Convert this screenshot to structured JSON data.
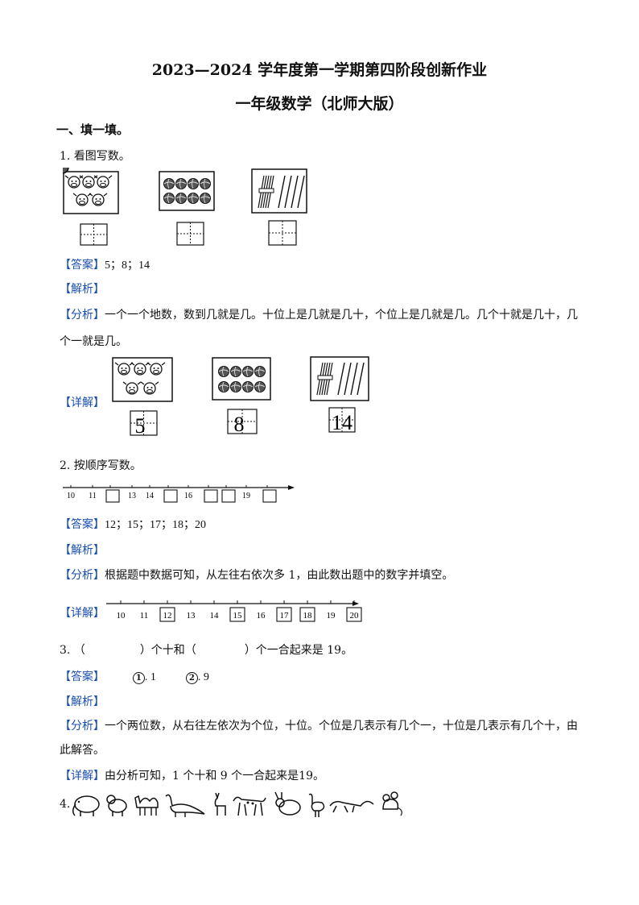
{
  "header": {
    "title": "2023—2024 学年度第一学期第四阶段创新作业",
    "subtitle": "一年级数学（北师大版）"
  },
  "section1": {
    "heading": "一、填一填。"
  },
  "q1": {
    "stem": "1. 看图写数。",
    "answer_tag": "【答案】",
    "answer_text": "5；8；14",
    "analysis_tag": "【解析】",
    "fenxi_tag": "【分析】",
    "fenxi_line1": "一个一个地数，数到几就是几。十位上是几就是几十，个位上是几就是几。几个十就是几十，几",
    "fenxi_line2": "个一就是几。",
    "detail_tag": "【详解】",
    "filled_values": [
      "5",
      "8",
      "14"
    ],
    "counts": {
      "cows": 5,
      "balls": 8,
      "bundles": 1,
      "sticks": 4
    }
  },
  "q2": {
    "stem": "2. 按顺序写数。",
    "numberline_labels": [
      "10",
      "11",
      "",
      "13",
      "14",
      "",
      "16",
      "",
      "",
      "19",
      ""
    ],
    "answer_tag": "【答案】",
    "answer_text": "12；15；17；18；20",
    "analysis_tag": "【解析】",
    "fenxi_tag": "【分析】",
    "fenxi_text": "根据题中数据可知，从左往右依次多 1，由此数出题中的数字并填空。",
    "detail_tag": "【详解】",
    "detail_labels": [
      "10",
      "11",
      "12",
      "13",
      "14",
      "15",
      "16",
      "17",
      "18",
      "19",
      "20"
    ],
    "detail_boxed": [
      false,
      false,
      true,
      false,
      false,
      true,
      false,
      true,
      true,
      false,
      true
    ]
  },
  "q3": {
    "stem_a": "3. （",
    "stem_b": "）个十和（",
    "stem_c": "）个一合起来是 19。",
    "answer_tag": "【答案】",
    "ans1_mark": "1",
    "ans1_value": ". 1",
    "ans2_mark": "2",
    "ans2_value": ". 9",
    "analysis_tag": "【解析】",
    "fenxi_tag": "【分析】",
    "fenxi_line1": "一个两位数，从右往左依次为个位，十位。个位是几表示有几个一，十位是几表示有几个十，由",
    "fenxi_line2": "此解答。",
    "detail_tag": "【详解】",
    "detail_text": "由分析可知，1 个十和 9 个一合起来是19。"
  },
  "q4": {
    "stem": "4.",
    "animals": [
      "elephant-icon",
      "dog-icon",
      "camel-icon",
      "dinosaur-icon",
      "deer-icon",
      "leopard-icon",
      "rabbit-icon",
      "ostrich-icon",
      "lizard-icon",
      "mouse-icon"
    ]
  }
}
